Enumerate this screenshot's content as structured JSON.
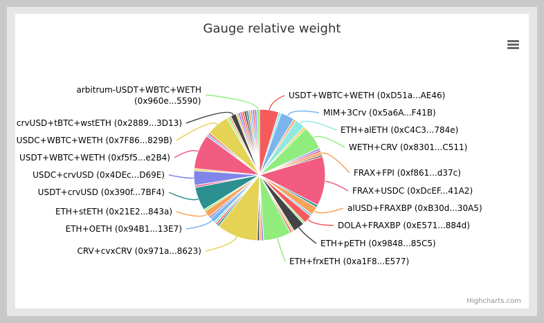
{
  "credits": "Highcharts.com",
  "menu_icon": "hamburger-menu-icon",
  "chart_data": {
    "type": "pie",
    "title": "Gauge relative weight",
    "slices": [
      {
        "name": "USDT+WBTC+WETH (0xD51a...AE46)",
        "value": 4.6,
        "color": "#f45b5b",
        "labeled": true
      },
      {
        "name": "",
        "value": 0.6,
        "color": "#91e8e1",
        "labeled": false
      },
      {
        "name": "MIM+3Crv (0x5a6A...F41B)",
        "value": 3.3,
        "color": "#7cb5ec",
        "labeled": true
      },
      {
        "name": "",
        "value": 0.6,
        "color": "#f7a35c",
        "labeled": false
      },
      {
        "name": "ETH+alETH (0xC4C3...784e)",
        "value": 2.4,
        "color": "#91e8e1",
        "labeled": true
      },
      {
        "name": "",
        "value": 0.6,
        "color": "#e4d354",
        "labeled": false
      },
      {
        "name": "WETH+CRV (0x8301...C511)",
        "value": 5.6,
        "color": "#90ed7d",
        "labeled": true
      },
      {
        "name": "",
        "value": 0.5,
        "color": "#8085e9",
        "labeled": false
      },
      {
        "name": "",
        "value": 0.5,
        "color": "#f15c80",
        "labeled": false
      },
      {
        "name": "FRAX+FPI (0xf861...d37c)",
        "value": 0.7,
        "color": "#f7a35c",
        "labeled": true
      },
      {
        "name": "",
        "value": 0.4,
        "color": "#434348",
        "labeled": false
      },
      {
        "name": "FRAX+USDC (0xDcEF...41A2)",
        "value": 11.8,
        "color": "#f15c80",
        "labeled": true
      },
      {
        "name": "",
        "value": 0.6,
        "color": "#2b908f",
        "labeled": false
      },
      {
        "name": "alUSD+FRAXBP (0xB30d...30A5)",
        "value": 2.0,
        "color": "#f7a35c",
        "labeled": true
      },
      {
        "name": "",
        "value": 0.5,
        "color": "#7cb5ec",
        "labeled": false
      },
      {
        "name": "DOLA+FRAXBP (0xE571...884d)",
        "value": 2.0,
        "color": "#f45b5b",
        "labeled": true
      },
      {
        "name": "",
        "value": 0.5,
        "color": "#90ed7d",
        "labeled": false
      },
      {
        "name": "ETH+pETH (0x9848...85C5)",
        "value": 2.7,
        "color": "#434348",
        "labeled": true
      },
      {
        "name": "",
        "value": 0.5,
        "color": "#e4d354",
        "labeled": false
      },
      {
        "name": "",
        "value": 0.5,
        "color": "#f15c80",
        "labeled": false
      },
      {
        "name": "ETH+frxETH (0xa1F8...E577)",
        "value": 6.6,
        "color": "#90ed7d",
        "labeled": true
      },
      {
        "name": "",
        "value": 0.5,
        "color": "#8085e9",
        "labeled": false
      },
      {
        "name": "",
        "value": 0.5,
        "color": "#f7a35c",
        "labeled": false
      },
      {
        "name": "",
        "value": 0.5,
        "color": "#434348",
        "labeled": false
      },
      {
        "name": "CRV+cvxCRV (0x971a...8623)",
        "value": 9.8,
        "color": "#e4d354",
        "labeled": true
      },
      {
        "name": "",
        "value": 0.5,
        "color": "#2b908f",
        "labeled": false
      },
      {
        "name": "",
        "value": 0.5,
        "color": "#f45b5b",
        "labeled": false
      },
      {
        "name": "",
        "value": 0.5,
        "color": "#91e8e1",
        "labeled": false
      },
      {
        "name": "ETH+OETH (0x94B1...13E7)",
        "value": 1.2,
        "color": "#7cb5ec",
        "labeled": true
      },
      {
        "name": "",
        "value": 0.5,
        "color": "#8085e9",
        "labeled": false
      },
      {
        "name": "ETH+stETH (0x21E2...843a)",
        "value": 1.6,
        "color": "#f7a35c",
        "labeled": true
      },
      {
        "name": "",
        "value": 0.5,
        "color": "#90ed7d",
        "labeled": false
      },
      {
        "name": "USDT+crvUSD (0x390f...7BF4)",
        "value": 5.6,
        "color": "#2b908f",
        "labeled": true
      },
      {
        "name": "",
        "value": 0.5,
        "color": "#f15c80",
        "labeled": false
      },
      {
        "name": "USDC+crvUSD (0x4DEc...D69E)",
        "value": 3.5,
        "color": "#8085e9",
        "labeled": true
      },
      {
        "name": "",
        "value": 0.5,
        "color": "#e4d354",
        "labeled": false
      },
      {
        "name": "USDT+WBTC+WETH (0xf5f5...e2B4)",
        "value": 8.3,
        "color": "#f15c80",
        "labeled": true
      },
      {
        "name": "",
        "value": 0.5,
        "color": "#7cb5ec",
        "labeled": false
      },
      {
        "name": "",
        "value": 0.5,
        "color": "#f45b5b",
        "labeled": false
      },
      {
        "name": "USDC+WBTC+WETH (0x7F86...829B)",
        "value": 5.4,
        "color": "#e4d354",
        "labeled": true
      },
      {
        "name": "",
        "value": 0.5,
        "color": "#90ed7d",
        "labeled": false
      },
      {
        "name": "",
        "value": 0.5,
        "color": "#f7a35c",
        "labeled": false
      },
      {
        "name": "crvUSD+tBTC+wstETH (0x2889...3D13)",
        "value": 1.3,
        "color": "#434348",
        "labeled": true
      },
      {
        "name": "",
        "value": 0.5,
        "color": "#e4d354",
        "labeled": false
      },
      {
        "name": "",
        "value": 0.5,
        "color": "#8085e9",
        "labeled": false
      },
      {
        "name": "",
        "value": 0.5,
        "color": "#f15c80",
        "labeled": false
      },
      {
        "name": "",
        "value": 0.5,
        "color": "#f45b5b",
        "labeled": false
      },
      {
        "name": "",
        "value": 0.5,
        "color": "#434348",
        "labeled": false
      },
      {
        "name": "",
        "value": 0.5,
        "color": "#2b908f",
        "labeled": false
      },
      {
        "name": "",
        "value": 0.5,
        "color": "#f7a35c",
        "labeled": false
      },
      {
        "name": "",
        "value": 0.5,
        "color": "#7cb5ec",
        "labeled": false
      },
      {
        "name": "",
        "value": 0.5,
        "color": "#f15c80",
        "labeled": false
      },
      {
        "name": "",
        "value": 0.5,
        "color": "#8085e9",
        "labeled": false
      },
      {
        "name": "arbitrum-USDT+WBTC+WETH (0x960e...5590)",
        "value": 0.7,
        "color": "#90ed7d",
        "labeled": true
      }
    ]
  }
}
